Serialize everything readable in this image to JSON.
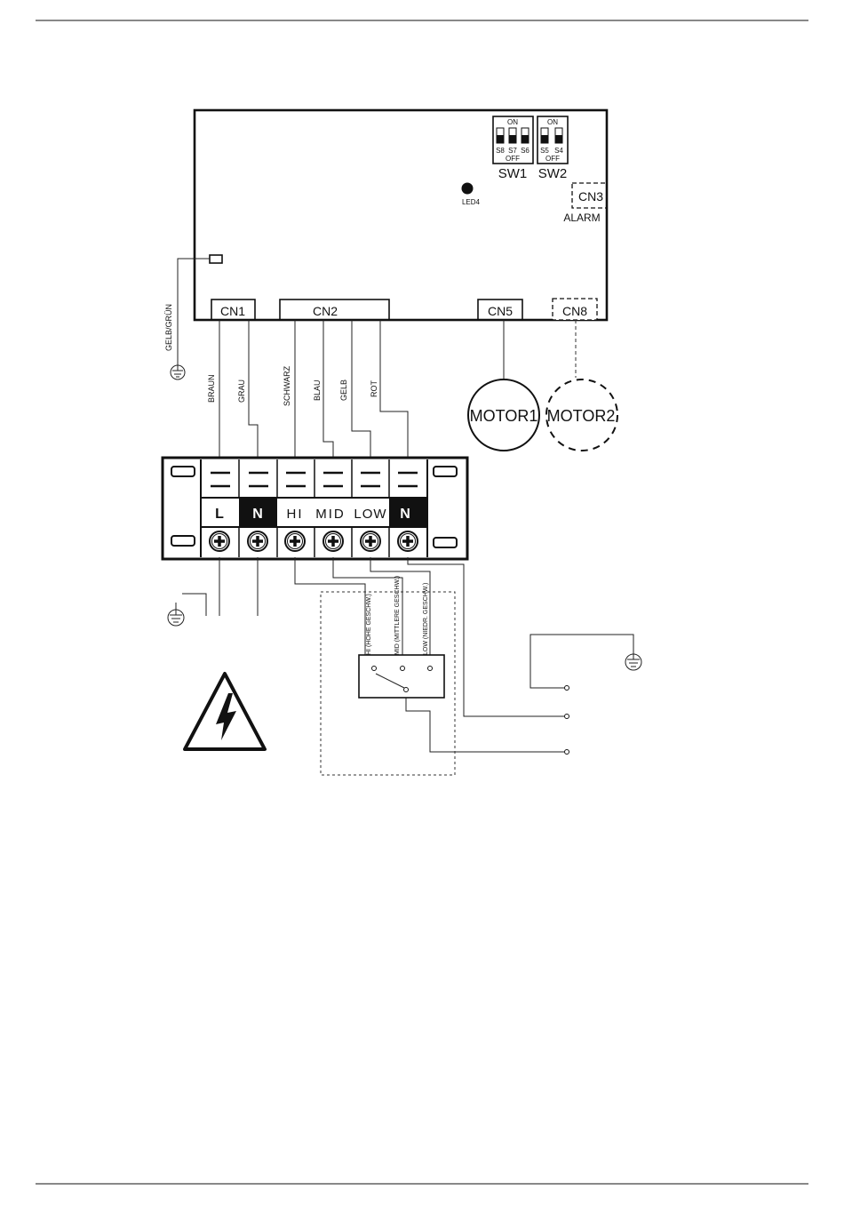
{
  "board": {
    "sw1": {
      "label": "SW1",
      "on": "ON",
      "off": "OFF",
      "switches": [
        "S8",
        "S7",
        "S6"
      ]
    },
    "sw2": {
      "label": "SW2",
      "on": "ON",
      "off": "OFF",
      "switches": [
        "S5",
        "S4"
      ]
    },
    "led": "LED4",
    "cn3": "CN3",
    "alarm": "ALARM",
    "cn1": "CN1",
    "cn2": "CN2",
    "cn5": "CN5",
    "cn8": "CN8"
  },
  "motors": {
    "motor1": "MOTOR1",
    "motor2": "MOTOR2"
  },
  "wires": {
    "ground": "GELB/GRÜN",
    "braun": "BRAUN",
    "grau": "GRAU",
    "schwarz": "SCHWARZ",
    "blau": "BLAU",
    "gelb": "GELB",
    "rot": "ROT"
  },
  "terminal_block": {
    "labels": [
      "L",
      "N",
      "HI",
      "MID",
      "LOW",
      "N"
    ]
  },
  "speed_switch": {
    "hi": "HI (HOHE GESCHW.)",
    "mid": "MID (MITTLERE GESCHW.)",
    "low": "LOW (NIEDR. GESCHW.)"
  }
}
